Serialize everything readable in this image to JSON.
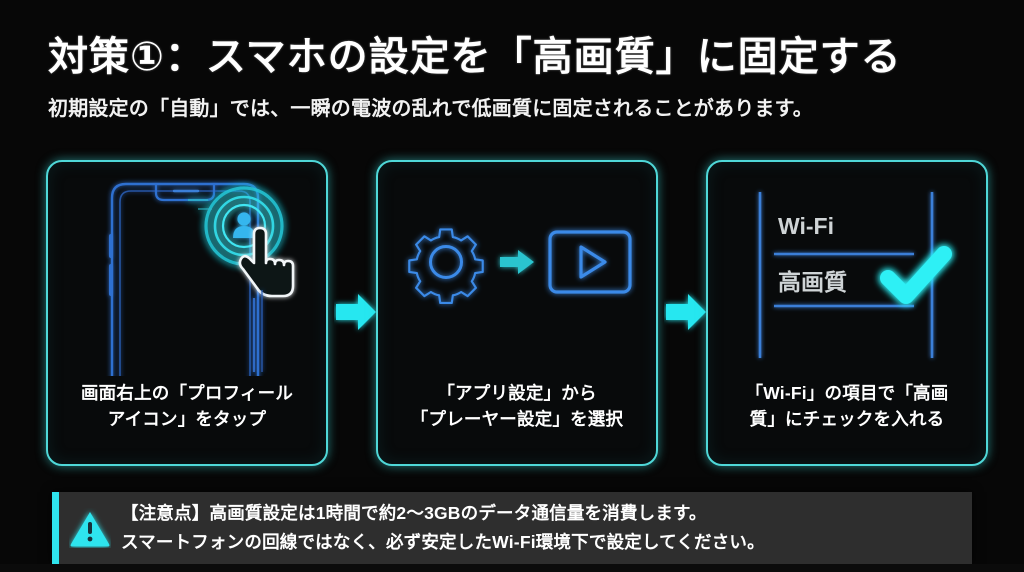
{
  "header": {
    "title": "対策①：スマホの設定を「高画質」に固定する",
    "subtitle": "初期設定の「自動」では、一瞬の電波の乱れで低画質に固定されることがあります。"
  },
  "colors": {
    "background": "#070707",
    "card_border": "#4fd8d8",
    "accent_cyan": "#2fe4ee",
    "device_blue": "#2f6fd0",
    "icon_blue": "#3b8ae8",
    "text_white": "#ffffff",
    "list_label_gray": "#cfd4d6",
    "footer_bg": "#2e2e2e"
  },
  "steps": [
    {
      "id": "step-1",
      "art": "smartphone-profile-tap",
      "icons": [
        "smartphone-outline-icon",
        "profile-avatar-icon",
        "tap-hand-cursor-icon"
      ],
      "caption_lines": [
        "画面右上の「プロフィール",
        "アイコン」をタップ"
      ]
    },
    {
      "id": "step-2",
      "art": "gear-to-player",
      "icons": [
        "gear-icon",
        "arrow-right-icon",
        "video-player-icon"
      ],
      "caption_lines": [
        "「アプリ設定」から",
        "「プレーヤー設定」を選択"
      ]
    },
    {
      "id": "step-3",
      "art": "wifi-quality-checklist",
      "icons": [
        "checkmark-icon"
      ],
      "list_items": [
        "Wi-Fi",
        "高画質"
      ],
      "caption_lines": [
        "「Wi-Fi」の項目で「高画",
        "質」にチェックを入れる"
      ]
    }
  ],
  "arrows": [
    {
      "id": "arrow-between-1-2",
      "icon": "arrow-right-icon"
    },
    {
      "id": "arrow-between-2-3",
      "icon": "arrow-right-icon"
    }
  ],
  "footer": {
    "icon": "warning-triangle-icon",
    "lines": [
      "【注意点】高画質設定は1時間で約2〜3GBのデータ通信量を消費します。",
      "スマートフォンの回線ではなく、必ず安定したWi-Fi環境下で設定してください。"
    ]
  }
}
